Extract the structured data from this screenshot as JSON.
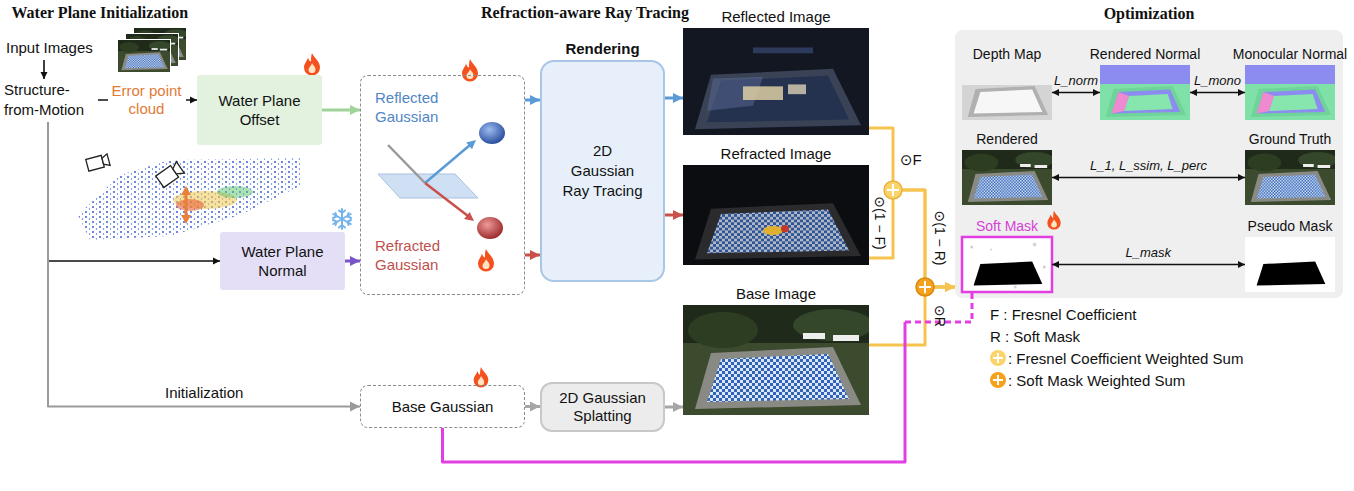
{
  "diagram": {
    "nodes": [
      {
        "text": [
          "Input Images"
        ]
      },
      {
        "text": [
          "Structure-from-Motion"
        ]
      },
      {
        "text": [
          "Water Plane Offset"
        ]
      },
      {
        "text": [
          "Water Plane Normal"
        ]
      },
      {
        "text": [
          "Reflected Gaussian",
          "Refracted Gaussian"
        ]
      },
      {
        "text": [
          "Base Gaussian"
        ]
      },
      {
        "text": [
          "Rendering",
          "2D Gaussian Ray Tracing"
        ]
      },
      {
        "text": [
          "2D Gaussian Splatting"
        ]
      },
      {
        "text": [
          "Reflected Image"
        ]
      },
      {
        "text": [
          "Refracted Image"
        ]
      },
      {
        "text": [
          "Base Image"
        ]
      },
      {
        "text": [
          "Optimization"
        ]
      },
      {
        "text": [
          "Depth Map"
        ],
        "in": 11
      },
      {
        "text": [
          "Rendered Normal"
        ],
        "in": 11
      },
      {
        "text": [
          "Monocular Normal"
        ],
        "in": 11
      },
      {
        "text": [
          "Rendered"
        ],
        "in": 11
      },
      {
        "text": [
          "Ground Truth"
        ],
        "in": 11
      },
      {
        "text": [
          "Soft Mask"
        ],
        "in": 11
      },
      {
        "text": [
          "Pseudo Mask"
        ],
        "in": 11
      }
    ],
    "edges": [
      {
        "from": 0,
        "to": 1,
        "arrow": "to"
      },
      {
        "from": 1,
        "to": 2,
        "arrow": "to",
        "label": "Error point cloud"
      },
      {
        "from": 1,
        "to": 3,
        "arrow": "to"
      },
      {
        "from": 1,
        "to": 5,
        "arrow": "to",
        "label": "Initialization"
      },
      {
        "from": 2,
        "to": 4,
        "arrow": "to"
      },
      {
        "from": 3,
        "to": 4,
        "arrow": "to"
      },
      {
        "from": 4,
        "to": 6,
        "arrow": "to"
      },
      {
        "from": 4,
        "to": 6,
        "arrow": "to"
      },
      {
        "from": 6,
        "to": 8,
        "arrow": "to"
      },
      {
        "from": 6,
        "to": 9,
        "arrow": "to"
      },
      {
        "from": 5,
        "to": 7,
        "arrow": "to"
      },
      {
        "from": 7,
        "to": 10,
        "arrow": "to"
      },
      {
        "from": 8,
        "to": 11,
        "arrow": "to",
        "label": "⊙F"
      },
      {
        "from": 9,
        "to": 11,
        "arrow": "to",
        "label": "⊙(1 − F)"
      },
      {
        "from": 10,
        "to": 11,
        "arrow": "to",
        "label": "⊙R"
      },
      {
        "from": 5,
        "to": 17,
        "arrow": "none"
      },
      {
        "from": 12,
        "to": 13,
        "arrow": "both",
        "label": "L_norm"
      },
      {
        "from": 13,
        "to": 14,
        "arrow": "both",
        "label": "L_mono"
      },
      {
        "from": 15,
        "to": 16,
        "arrow": "both",
        "label": "L_1, L_ssim, L_perc"
      },
      {
        "from": 17,
        "to": 18,
        "arrow": "both",
        "label": "L_mask"
      }
    ],
    "labels": [
      "Water Plane Initialization",
      "Refraction-aware Ray Tracing",
      "⊙(1 − R)"
    ],
    "legend": [
      {
        "text": "F : Fresnel Coefficient"
      },
      {
        "text": "R : Soft Mask"
      },
      {
        "text": ": Fresnel Coefficient Weighted Sum",
        "color": "#fbd36b"
      },
      {
        "text": ": Soft Mask Weighted Sum",
        "color": "#f5a11c"
      }
    ]
  }
}
